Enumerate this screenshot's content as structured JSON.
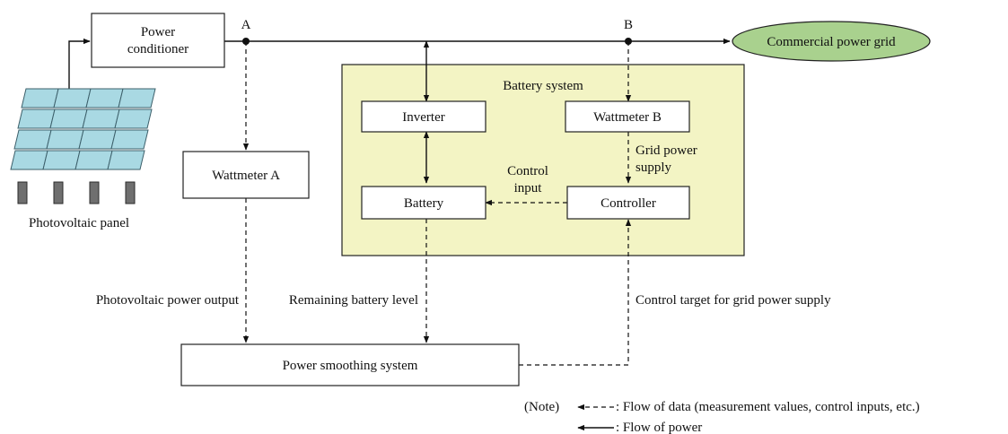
{
  "nodes": {
    "power_conditioner": "Power\nconditioner",
    "node_a": "A",
    "node_b": "B",
    "grid": "Commercial power grid",
    "battery_system": "Battery system",
    "inverter": "Inverter",
    "wattmeter_b": "Wattmeter B",
    "battery": "Battery",
    "controller": "Controller",
    "wattmeter_a": "Wattmeter A",
    "pv_panel": "Photovoltaic panel",
    "smoothing": "Power smoothing system"
  },
  "edge_labels": {
    "grid_supply": "Grid power\nsupply",
    "control_input": "Control\ninput",
    "pv_output": "Photovoltaic power output",
    "battery_level": "Remaining battery level",
    "control_target": "Control target for grid power supply"
  },
  "legend": {
    "note": "(Note)",
    "data_flow": ": Flow of data (measurement values, control inputs, etc.)",
    "power_flow": ": Flow of power"
  },
  "colors": {
    "grid_fill": "#a9d18e",
    "battery_system_fill": "#f3f4c4",
    "panel_cell": "#a9d9e3"
  }
}
